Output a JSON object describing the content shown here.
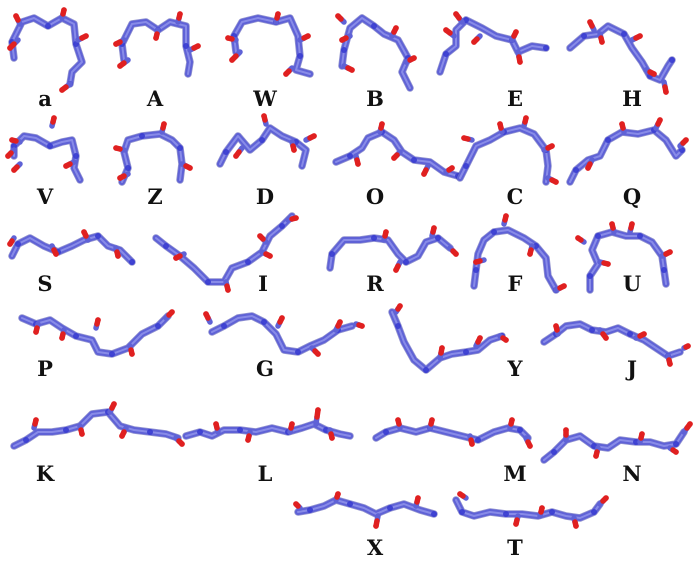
{
  "colors": {
    "backbone": "#5f62d6",
    "backbone_shade": "#3a3da8",
    "oxygen": "#e02020",
    "nitrogen": "#3a3dd0",
    "label": "#111111"
  },
  "panels": [
    {
      "label": "a"
    },
    {
      "label": "A"
    },
    {
      "label": "W"
    },
    {
      "label": "B"
    },
    {
      "label": "E"
    },
    {
      "label": "H"
    },
    {
      "label": "V"
    },
    {
      "label": "Z"
    },
    {
      "label": "D"
    },
    {
      "label": "O"
    },
    {
      "label": "C"
    },
    {
      "label": "Q"
    },
    {
      "label": "S"
    },
    {
      "label": "I"
    },
    {
      "label": "R"
    },
    {
      "label": "F"
    },
    {
      "label": "U"
    },
    {
      "label": "P"
    },
    {
      "label": "G"
    },
    {
      "label": "Y"
    },
    {
      "label": "J"
    },
    {
      "label": "K"
    },
    {
      "label": "L"
    },
    {
      "label": "M"
    },
    {
      "label": "N"
    },
    {
      "label": "X"
    },
    {
      "label": "T"
    }
  ]
}
